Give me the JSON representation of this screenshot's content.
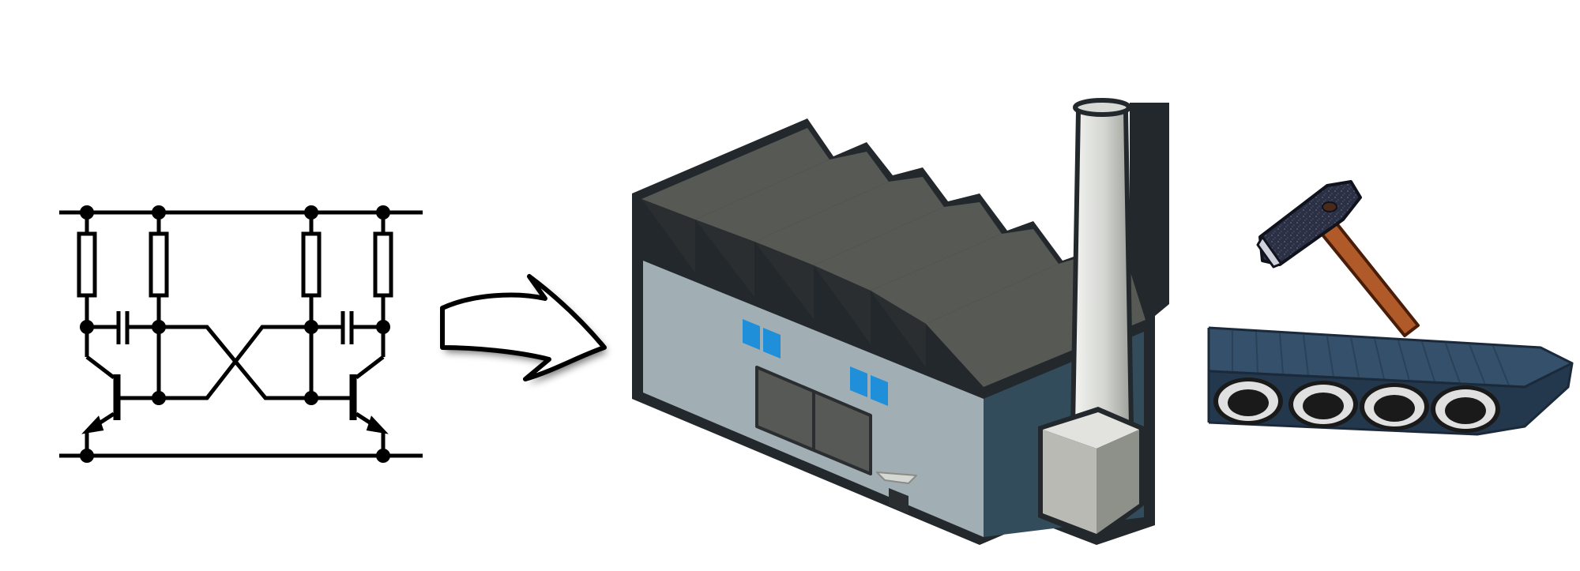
{
  "diagram": {
    "items": [
      {
        "id": "circuit",
        "icon": "circuit-schematic-icon"
      },
      {
        "id": "arrow",
        "icon": "curved-arrow-icon"
      },
      {
        "id": "factory",
        "icon": "factory-icon"
      },
      {
        "id": "hammer",
        "icon": "hammer-icon"
      },
      {
        "id": "conveyor",
        "icon": "conveyor-belt-icon"
      }
    ]
  },
  "colors": {
    "ink": "#000000",
    "roof": "#575955",
    "wall_front": "#a1aeb3",
    "wall_side": "#334c5b",
    "window": "#1e8fd8",
    "chimney_base": "#b8bab3",
    "chimney_light": "#d8dad6",
    "hammer_head": "#2b3045",
    "hammer_handle": "#b05a2a",
    "belt": "#34506b",
    "belt_dark": "#24384d",
    "roller_ring": "#e0e0e0",
    "roller_hole": "#1a1a1a"
  }
}
